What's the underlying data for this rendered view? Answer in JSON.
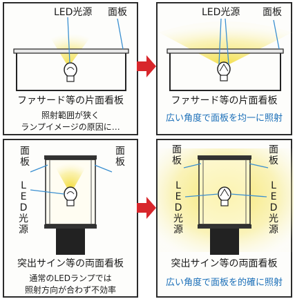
{
  "panels": {
    "top_left": {
      "label_light": "LED光源",
      "label_board": "面板",
      "caption": "ファサード等の片面看板",
      "note_line1": "照射範囲が狭く",
      "note_line2": "ランプイメージの原因に…"
    },
    "top_right": {
      "label_light": "LED光源",
      "label_board": "面板",
      "caption": "ファサード等の片面看板",
      "benefit": "広い角度で面板を均一に照射"
    },
    "bottom_left": {
      "label_board_left": "面\n板",
      "label_board_right": "面\n板",
      "label_light": "LED光源",
      "caption": "突出サイン等の両面看板",
      "note_line1": "通常のLEDランプでは",
      "note_line2": "照射方向が合わず不効率"
    },
    "bottom_right": {
      "label_board_left": "面\n板",
      "label_board_right": "面\n板",
      "label_light_left": "LED光源",
      "label_light_right": "LED光源",
      "caption": "突出サイン等の両面看板",
      "benefit": "広い角度で面板を的確に照射"
    }
  },
  "colors": {
    "arrow": "#d8262b",
    "glow": "#f6e878",
    "benefit_text": "#1b6fb8",
    "pointer": "#3a8fd0"
  },
  "icons": [
    "right-arrow-icon",
    "led-bulb-icon"
  ]
}
